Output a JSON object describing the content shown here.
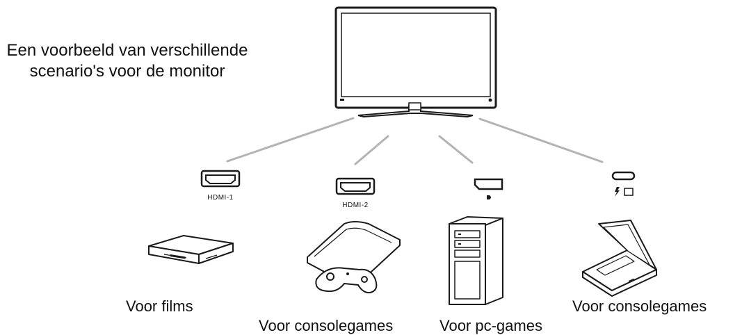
{
  "intro": {
    "line1": "Een voorbeeld van verschillende",
    "line2": "scenario's voor de monitor"
  },
  "ports": {
    "hdmi1": "HDMI-1",
    "hdmi2": "HDMI-2",
    "displayport": "displayport-logo-icon",
    "usbc": "thunderbolt-icon"
  },
  "captions": {
    "films": "Voor films",
    "consolegames_1": "Voor consolegames",
    "pcgames": "Voor pc-games",
    "consolegames_2": "Voor consolegames"
  },
  "colors": {
    "line": "#b3b3b3",
    "stroke": "#1a1a1a"
  }
}
